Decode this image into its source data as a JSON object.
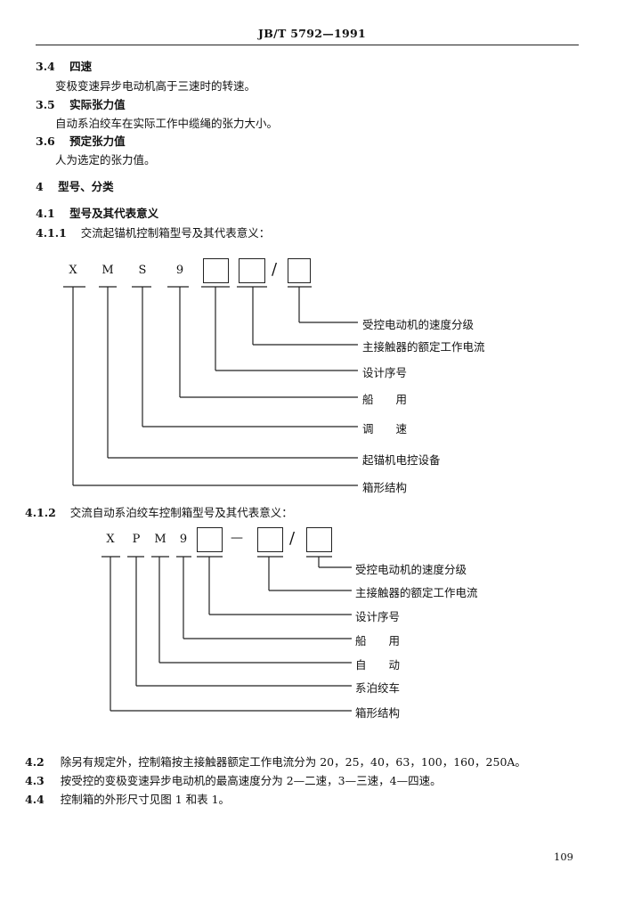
{
  "header": {
    "standard": "JB/T 5792—1991"
  },
  "sections": {
    "s34": {
      "num": "3.4",
      "title": "四速",
      "body": "变极变速异步电动机高于三速时的转速。"
    },
    "s35": {
      "num": "3.5",
      "title": "实际张力值",
      "body": "自动系泊绞车在实际工作中缆绳的张力大小。"
    },
    "s36": {
      "num": "3.6",
      "title": "预定张力值",
      "body": "人为选定的张力值。"
    },
    "s4": {
      "num": "4",
      "title": "型号、分类"
    },
    "s41": {
      "num": "4.1",
      "title": "型号及其代表意义"
    },
    "s411": {
      "num": "4.1.1",
      "title": "交流起锚机控制箱型号及其代表意义："
    },
    "s412": {
      "num": "4.1.2",
      "title": "交流自动系泊绞车控制箱型号及其代表意义："
    },
    "s42": {
      "num": "4.2",
      "body": "除另有规定外，控制箱按主接触器额定工作电流分为 20，25，40，63，100，160，250A。"
    },
    "s43": {
      "num": "4.3",
      "body": "按受控的变极变速异步电动机的最高速度分为 2—二速，3—三速，4—四速。"
    },
    "s44": {
      "num": "4.4",
      "body": "控制箱的外形尺寸见图 1 和表 1。"
    }
  },
  "diagram1": {
    "codes": [
      "X",
      "M",
      "S",
      "9"
    ],
    "slash": "/",
    "labels": [
      "受控电动机的速度分级",
      "主接触器的额定工作电流",
      "设计序号",
      "船　　用",
      "调　　速",
      "起锚机电控设备",
      "箱形结构"
    ]
  },
  "diagram2": {
    "codes": [
      "X",
      "P",
      "M",
      "9"
    ],
    "dash": "—",
    "slash": "/",
    "labels": [
      "受控电动机的速度分级",
      "主接触器的额定工作电流",
      "设计序号",
      "船　　用",
      "自　　动",
      "系泊绞车",
      "箱形结构"
    ]
  },
  "footer": {
    "page": "109"
  }
}
